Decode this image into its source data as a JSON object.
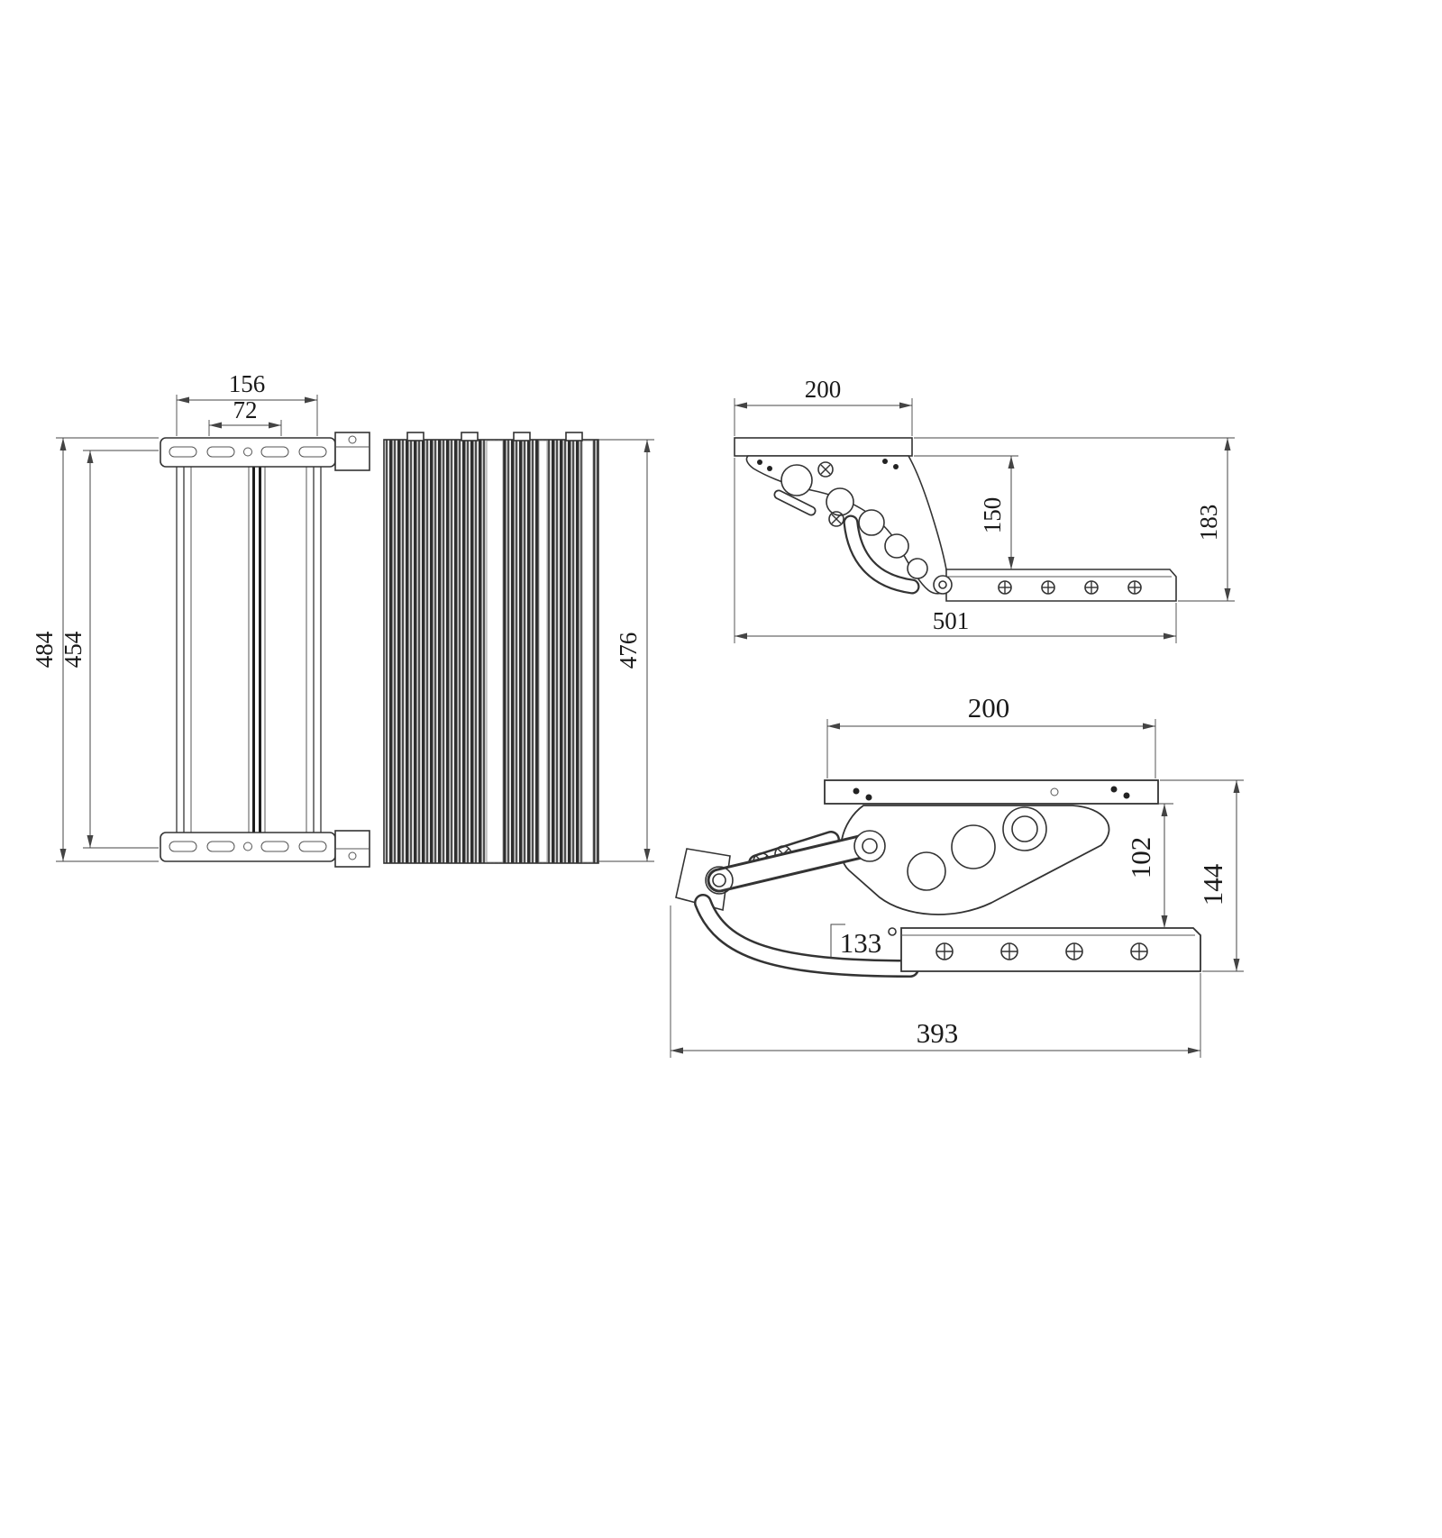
{
  "colors": {
    "line": "#333333",
    "dim": "#444444",
    "tread_dark": "#2e2e2e"
  },
  "views": {
    "plan": {
      "width_outer": "156",
      "width_inner": "72",
      "height_outer": "484",
      "height_inner": "454",
      "tread_height": "476"
    },
    "extended": {
      "mount_width": "200",
      "step_drop": "150",
      "overall_height": "183",
      "overall_length": "501"
    },
    "folded": {
      "mount_width": "200",
      "clearance": "102",
      "overall_height": "144",
      "fold_angle": "133",
      "overall_length": "393"
    }
  }
}
